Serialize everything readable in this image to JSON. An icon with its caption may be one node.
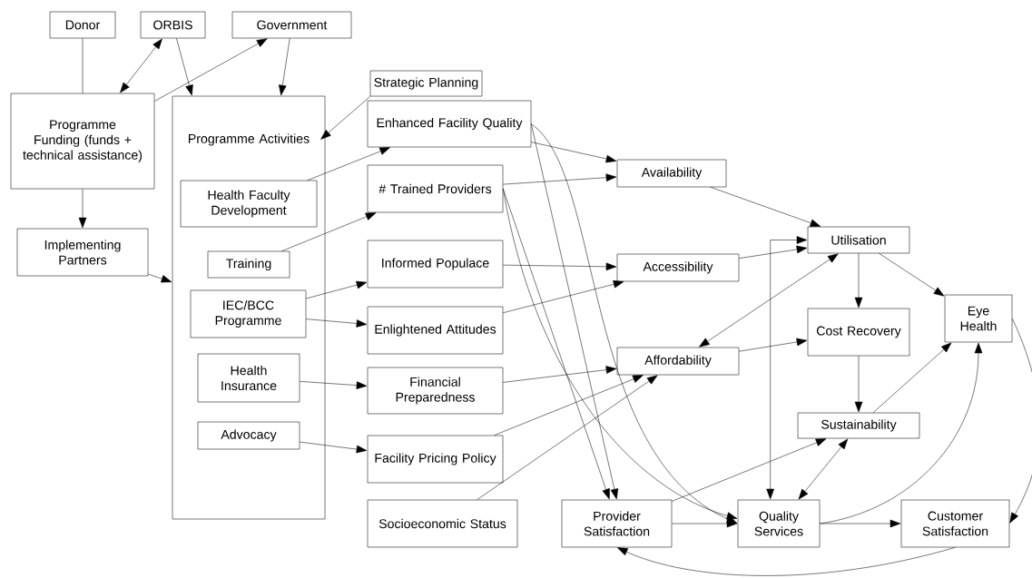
{
  "diagram": {
    "nodes": [
      {
        "text": [
          "Donor"
        ]
      },
      {
        "text": [
          "ORBIS"
        ]
      },
      {
        "text": [
          "Government"
        ]
      },
      {
        "text": [
          "Programme Funding (funds + technical assistance)"
        ]
      },
      {
        "text": [
          "Implementing Partners"
        ]
      },
      {
        "text": [
          "Programme Activities"
        ]
      },
      {
        "text": [
          "Strategic Planning"
        ]
      },
      {
        "text": [
          "Health Faculty Development"
        ],
        "in": 5
      },
      {
        "text": [
          "Training"
        ],
        "in": 5
      },
      {
        "text": [
          "IEC/BCC Programme"
        ],
        "in": 5
      },
      {
        "text": [
          "Health Insurance"
        ],
        "in": 5
      },
      {
        "text": [
          "Advocacy"
        ],
        "in": 5
      },
      {
        "text": [
          "Enhanced Facility Quality"
        ]
      },
      {
        "text": [
          "# Trained Providers"
        ]
      },
      {
        "text": [
          "Informed Populace"
        ]
      },
      {
        "text": [
          "Enlightened Attitudes"
        ]
      },
      {
        "text": [
          "Financial Preparedness"
        ]
      },
      {
        "text": [
          "Facility Pricing Policy"
        ]
      },
      {
        "text": [
          "Socioeconomic Status"
        ]
      },
      {
        "text": [
          "Availability"
        ]
      },
      {
        "text": [
          "Accessibility"
        ]
      },
      {
        "text": [
          "Affordability"
        ]
      },
      {
        "text": [
          "Utilisation"
        ]
      },
      {
        "text": [
          "Cost Recovery"
        ]
      },
      {
        "text": [
          "Eye Health"
        ]
      },
      {
        "text": [
          "Sustainability"
        ]
      },
      {
        "text": [
          "Provider Satisfaction"
        ]
      },
      {
        "text": [
          "Quality Services"
        ]
      },
      {
        "text": [
          "Customer Satisfaction"
        ]
      }
    ],
    "edges": [
      {
        "from": 0,
        "to": 3,
        "arrow": "none"
      },
      {
        "from": 1,
        "to": 3,
        "arrow": "both"
      },
      {
        "from": 3,
        "to": 2,
        "arrow": "to"
      },
      {
        "from": 1,
        "to": 5,
        "arrow": "to"
      },
      {
        "from": 2,
        "to": 5,
        "arrow": "to"
      },
      {
        "from": 6,
        "to": 5,
        "arrow": "to"
      },
      {
        "from": 3,
        "to": 4,
        "arrow": "to"
      },
      {
        "from": 4,
        "to": 5,
        "arrow": "to"
      },
      {
        "from": 7,
        "to": 12,
        "arrow": "to"
      },
      {
        "from": 8,
        "to": 13,
        "arrow": "to"
      },
      {
        "from": 9,
        "to": 14,
        "arrow": "to"
      },
      {
        "from": 9,
        "to": 15,
        "arrow": "to"
      },
      {
        "from": 10,
        "to": 16,
        "arrow": "to"
      },
      {
        "from": 11,
        "to": 17,
        "arrow": "to"
      },
      {
        "from": 12,
        "to": 19,
        "arrow": "to"
      },
      {
        "from": 13,
        "to": 19,
        "arrow": "to"
      },
      {
        "from": 14,
        "to": 20,
        "arrow": "to"
      },
      {
        "from": 15,
        "to": 20,
        "arrow": "to"
      },
      {
        "from": 16,
        "to": 21,
        "arrow": "to"
      },
      {
        "from": 17,
        "to": 21,
        "arrow": "to"
      },
      {
        "from": 18,
        "to": 21,
        "arrow": "to"
      },
      {
        "from": 12,
        "to": 26,
        "arrow": "to"
      },
      {
        "from": 12,
        "to": 27,
        "arrow": "to"
      },
      {
        "from": 13,
        "to": 26,
        "arrow": "to"
      },
      {
        "from": 13,
        "to": 27,
        "arrow": "to"
      },
      {
        "from": 19,
        "to": 22,
        "arrow": "to"
      },
      {
        "from": 20,
        "to": 22,
        "arrow": "to"
      },
      {
        "from": 21,
        "to": 22,
        "arrow": "both"
      },
      {
        "from": 21,
        "to": 23,
        "arrow": "to"
      },
      {
        "from": 22,
        "to": 23,
        "arrow": "to"
      },
      {
        "from": 22,
        "to": 24,
        "arrow": "to"
      },
      {
        "from": 23,
        "to": 25,
        "arrow": "to"
      },
      {
        "from": 25,
        "to": 24,
        "arrow": "to"
      },
      {
        "from": 26,
        "to": 25,
        "arrow": "to"
      },
      {
        "from": 26,
        "to": 27,
        "arrow": "to"
      },
      {
        "from": 27,
        "to": 25,
        "arrow": "both"
      },
      {
        "from": 27,
        "to": 22,
        "arrow": "both"
      },
      {
        "from": 27,
        "to": 24,
        "arrow": "to"
      },
      {
        "from": 27,
        "to": 28,
        "arrow": "to"
      },
      {
        "from": 24,
        "to": 28,
        "arrow": "to"
      },
      {
        "from": 28,
        "to": 26,
        "arrow": "to"
      }
    ]
  }
}
